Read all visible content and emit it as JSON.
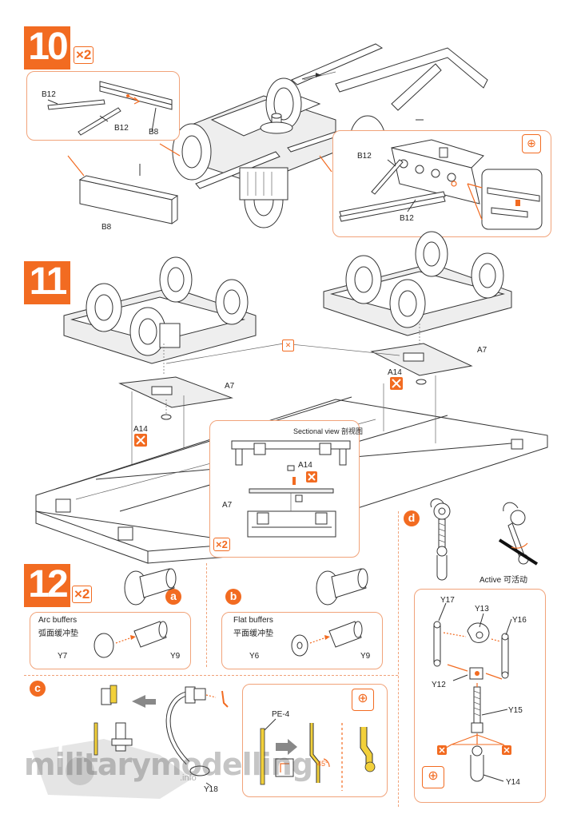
{
  "step10": {
    "number": "10",
    "multiplier": "×2",
    "labels": {
      "b12_top": "B12",
      "b12_mid": "B12",
      "b8_top": "B8",
      "b8_bottom": "B8",
      "b12_detail_1": "B12",
      "b12_detail_2": "B12"
    },
    "zoom_icon": "magnifier-plus-icon"
  },
  "step11": {
    "number": "11",
    "labels": {
      "a7_left": "A7",
      "a7_right": "A7",
      "a14_left": "A14",
      "a14_right": "A14",
      "a14_section": "A14",
      "a7_section": "A7"
    },
    "sectional_view": "Sectional view 剖视图",
    "section_multiplier": "×2"
  },
  "step12": {
    "number": "12",
    "multiplier": "×2",
    "sub_a": {
      "badge": "a",
      "title_en": "Arc buffers",
      "title_cn": "弧面缓冲垫",
      "part_1": "Y7",
      "part_2": "Y9"
    },
    "sub_b": {
      "badge": "b",
      "title_en": "Flat buffers",
      "title_cn": "平面缓冲垫",
      "part_1": "Y6",
      "part_2": "Y9"
    },
    "sub_c": {
      "badge": "c",
      "part_1": "Y18",
      "part_pe": "PE-4",
      "angle": "45°"
    },
    "sub_d": {
      "badge": "d",
      "active": "Active 可活动",
      "parts": {
        "y17": "Y17",
        "y13": "Y13",
        "y16": "Y16",
        "y12": "Y12",
        "y15": "Y15",
        "y14": "Y14"
      }
    }
  },
  "watermark": {
    "text": "militarymodelling",
    "sub": ".info"
  },
  "colors": {
    "accent": "#f26b21",
    "panel_border": "#f1a37a",
    "line": "#333333"
  }
}
